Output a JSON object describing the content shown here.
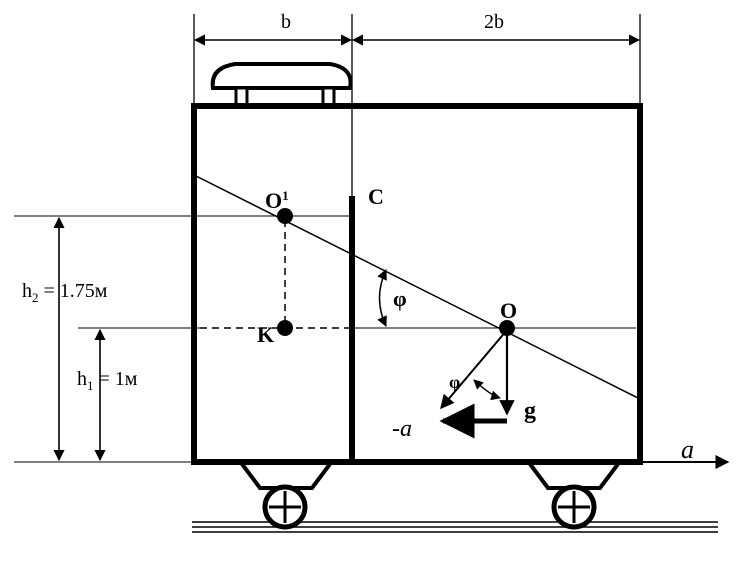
{
  "labels": {
    "b": "b",
    "two_b": "2b",
    "C": "C",
    "O1_main": "O",
    "O1_sup": "1",
    "K": "K",
    "O": "O",
    "phi_upper": "φ",
    "phi_lower": "φ",
    "g": "g",
    "minus_a": "-a",
    "a_axis": "a",
    "h2_sym": "h",
    "h2_sub": "2",
    "h2_val": " = 1.75м",
    "h1_sym": "h",
    "h1_sub": "1",
    "h1_val": " = 1м"
  }
}
